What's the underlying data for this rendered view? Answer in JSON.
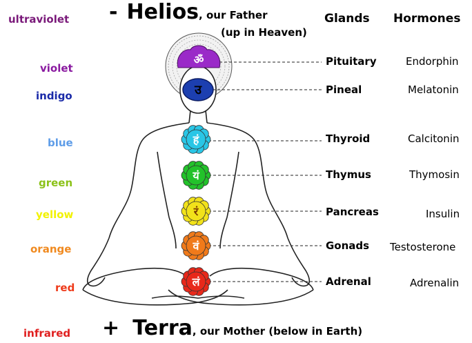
{
  "top": {
    "sign": "-",
    "name": "Helios",
    "subtitle": ", our Father",
    "subtitle2": "(up in Heaven)"
  },
  "bottom": {
    "sign": "+",
    "name": "Terra",
    "subtitle": ", our Mother (below in Earth)"
  },
  "headers": {
    "glands": "Glands",
    "hormones": "Hormones"
  },
  "colors": [
    {
      "label": "ultraviolet",
      "color": "#7a1a7a"
    },
    {
      "label": "violet",
      "color": "#8a1aa0"
    },
    {
      "label": "indigo",
      "color": "#1a2aa8"
    },
    {
      "label": "blue",
      "color": "#5f9de8"
    },
    {
      "label": "green",
      "color": "#8cc21a"
    },
    {
      "label": "yellow",
      "color": "#f2f200"
    },
    {
      "label": "orange",
      "color": "#f08a20"
    },
    {
      "label": "red",
      "color": "#ee3a1a"
    },
    {
      "label": "infrared",
      "color": "#e02020"
    }
  ],
  "chakras": [
    {
      "gland": "Pituitary",
      "hormone": "Endorphin",
      "color": "#9a2ac8",
      "glyph": "ॐ"
    },
    {
      "gland": "Pineal",
      "hormone": "Melatonin",
      "color": "#1c3fb0",
      "glyph": "उ"
    },
    {
      "gland": "Thyroid",
      "hormone": "Calcitonin",
      "color": "#29c6e6",
      "glyph": "हं"
    },
    {
      "gland": "Thymus",
      "hormone": "Thymosin",
      "color": "#22c22a",
      "glyph": "यं"
    },
    {
      "gland": "Pancreas",
      "hormone": "Insulin",
      "color": "#f2e21a",
      "glyph": "रं"
    },
    {
      "gland": "Gonads",
      "hormone": "Testosterone",
      "color": "#f07a1a",
      "glyph": "वं"
    },
    {
      "gland": "Adrenal",
      "hormone": "Adrenalin",
      "color": "#e8281a",
      "glyph": "लं"
    }
  ]
}
